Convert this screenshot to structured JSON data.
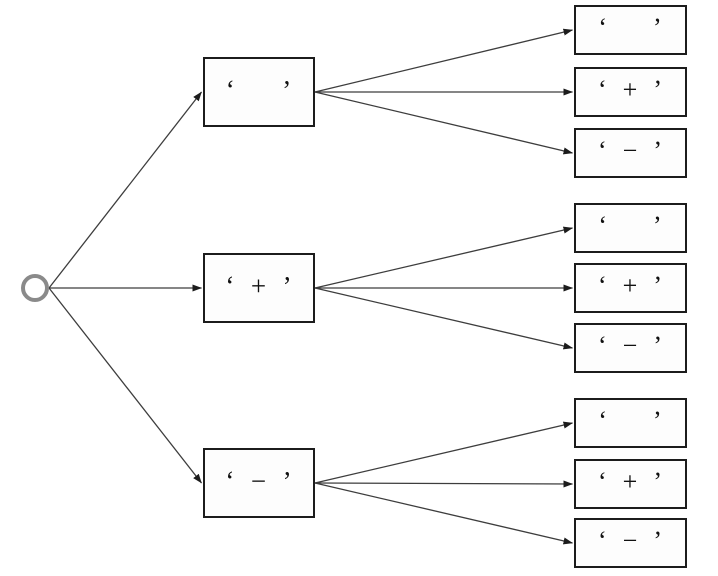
{
  "diagram": {
    "type": "tree",
    "colors": {
      "box_border": "#1c1c1c",
      "edge": "#3d3d3d",
      "root_ring": "#8a8a8a",
      "background": "#ffffff"
    },
    "root": {
      "id": "root"
    },
    "level1": [
      {
        "id": "b1",
        "label": "‘      ’"
      },
      {
        "id": "b2",
        "label": "‘  +  ’"
      },
      {
        "id": "b3",
        "label": "‘  −  ’"
      }
    ],
    "level2": [
      {
        "id": "l1",
        "parent": "b1",
        "label": "‘      ’"
      },
      {
        "id": "l2",
        "parent": "b1",
        "label": "‘  +  ’"
      },
      {
        "id": "l3",
        "parent": "b1",
        "label": "‘  −  ’"
      },
      {
        "id": "l4",
        "parent": "b2",
        "label": "‘      ’"
      },
      {
        "id": "l5",
        "parent": "b2",
        "label": "‘  +  ’"
      },
      {
        "id": "l6",
        "parent": "b2",
        "label": "‘  −  ’"
      },
      {
        "id": "l7",
        "parent": "b3",
        "label": "‘      ’"
      },
      {
        "id": "l8",
        "parent": "b3",
        "label": "‘  +  ’"
      },
      {
        "id": "l9",
        "parent": "b3",
        "label": "‘  −  ’"
      }
    ],
    "edges": [
      {
        "from": "root",
        "to": "b1"
      },
      {
        "from": "root",
        "to": "b2"
      },
      {
        "from": "root",
        "to": "b3"
      },
      {
        "from": "b1",
        "to": "l1"
      },
      {
        "from": "b1",
        "to": "l2"
      },
      {
        "from": "b1",
        "to": "l3"
      },
      {
        "from": "b2",
        "to": "l4"
      },
      {
        "from": "b2",
        "to": "l5"
      },
      {
        "from": "b2",
        "to": "l6"
      },
      {
        "from": "b3",
        "to": "l7"
      },
      {
        "from": "b3",
        "to": "l8"
      },
      {
        "from": "b3",
        "to": "l9"
      }
    ]
  }
}
